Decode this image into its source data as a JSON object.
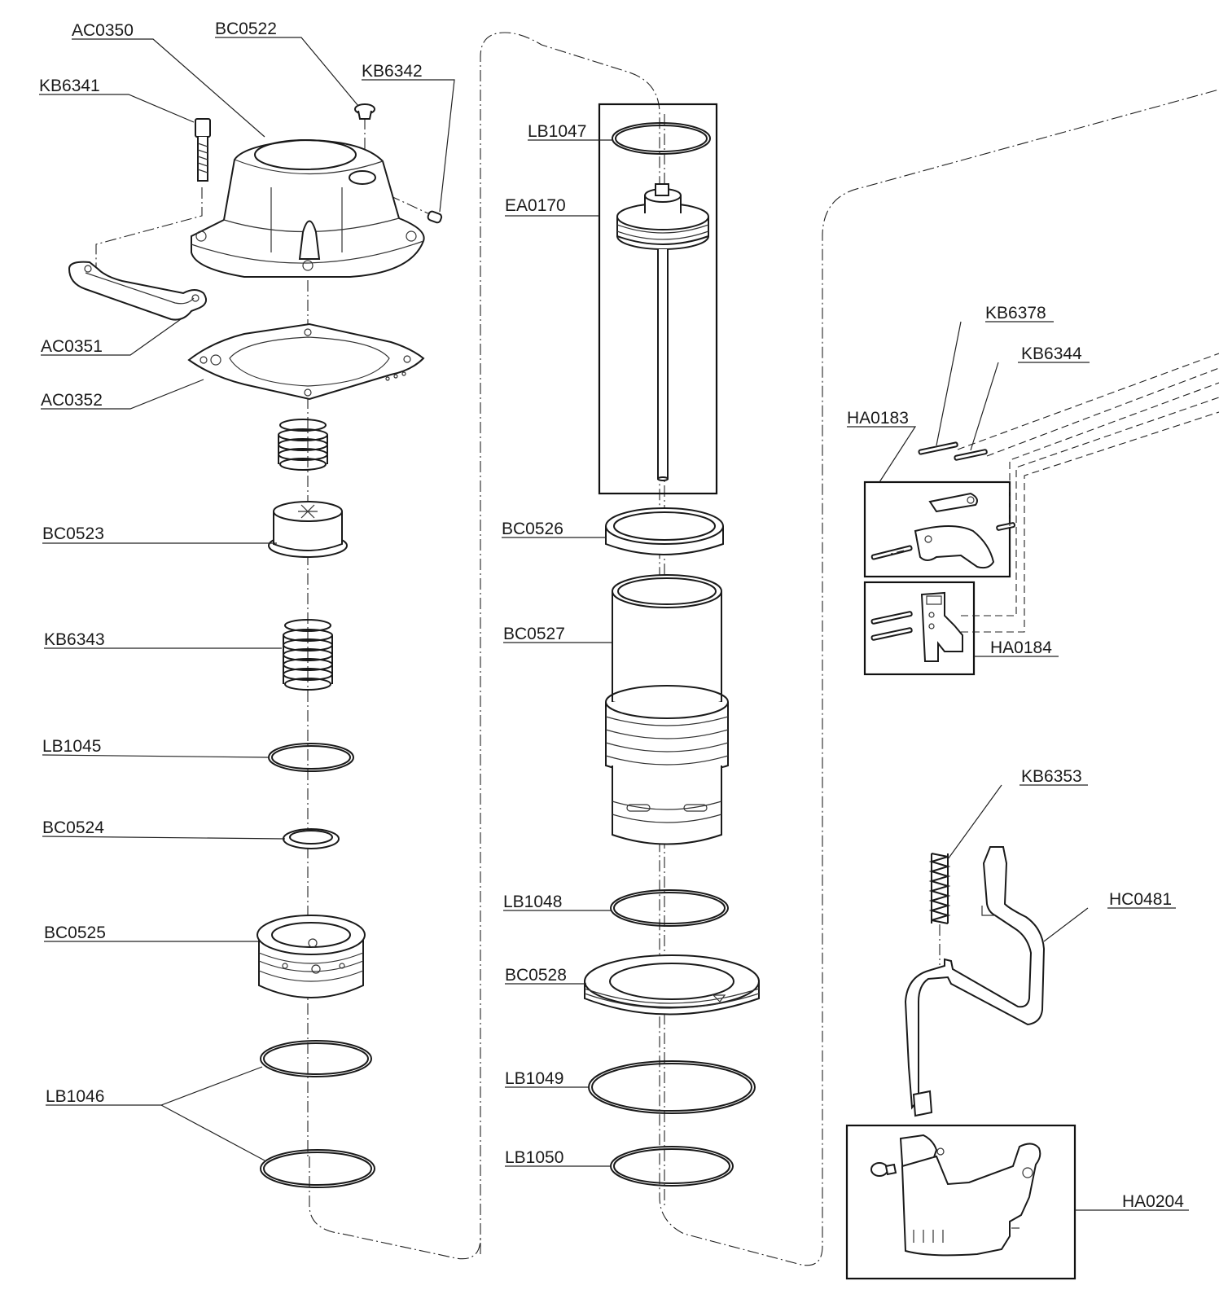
{
  "labels": {
    "AC0350": "AC0350",
    "BC0522": "BC0522",
    "KB6342": "KB6342",
    "KB6341": "KB6341",
    "AC0351": "AC0351",
    "AC0352": "AC0352",
    "BC0523": "BC0523",
    "KB6343": "KB6343",
    "LB1045": "LB1045",
    "BC0524": "BC0524",
    "BC0525": "BC0525",
    "LB1046": "LB1046",
    "LB1047": "LB1047",
    "EA0170": "EA0170",
    "BC0526": "BC0526",
    "BC0527": "BC0527",
    "LB1048": "LB1048",
    "BC0528": "BC0528",
    "LB1049": "LB1049",
    "LB1050": "LB1050",
    "KB6378": "KB6378",
    "KB6344": "KB6344",
    "HA0183": "HA0183",
    "HA0184": "HA0184",
    "KB6353": "KB6353",
    "HC0481": "HC0481",
    "HA0204": "HA0204"
  },
  "colors": {
    "ink": "#1a1a1a",
    "background": "#ffffff"
  }
}
